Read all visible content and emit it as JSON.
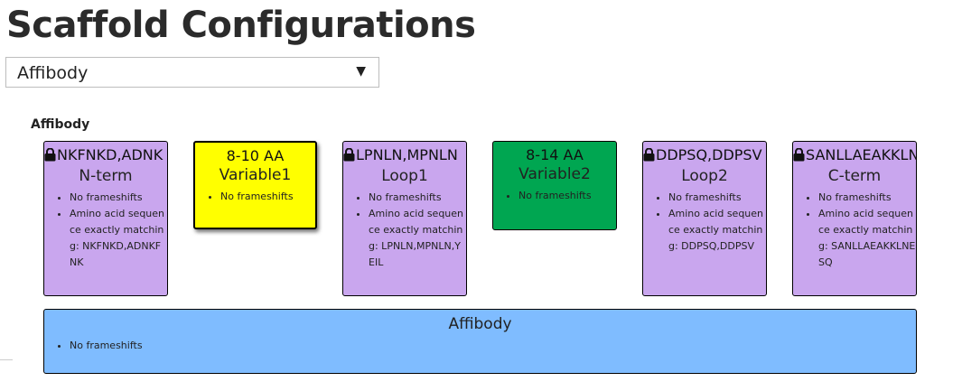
{
  "page": {
    "title": "Scaffold Configurations"
  },
  "selector": {
    "value": "Affibody",
    "caret": "▼"
  },
  "section": {
    "label": "Affibody"
  },
  "regions": [
    {
      "sequence": "NKFNKD,ADNK",
      "name": "N-term",
      "notes": [
        "No frameshifts",
        "Amino acid sequence exactly matching: NKFNKD,ADNKFNK"
      ],
      "color": "#c9a6ee",
      "locked": true
    },
    {
      "length": "8-10 AA",
      "name": "Variable1",
      "notes": [
        "No frameshifts"
      ],
      "color": "#ffff00",
      "locked": false
    },
    {
      "sequence": "LPNLN,MPNLN",
      "name": "Loop1",
      "notes": [
        "No frameshifts",
        "Amino acid sequence exactly matching: LPNLN,MPNLN,YEIL"
      ],
      "color": "#c9a6ee",
      "locked": true
    },
    {
      "length": "8-14 AA",
      "name": "Variable2",
      "notes": [
        "No frameshifts"
      ],
      "color": "#00a651",
      "locked": false
    },
    {
      "sequence": "DDPSQ,DDPSV",
      "name": "Loop2",
      "notes": [
        "No frameshifts",
        "Amino acid sequence exactly matching: DDPSQ,DDPSV"
      ],
      "color": "#c9a6ee",
      "locked": true
    },
    {
      "sequence": "SANLLAEAKKLN",
      "name": "C-term",
      "notes": [
        "No frameshifts",
        "Amino acid sequence exactly matching: SANLLAEAKKLNESQ"
      ],
      "color": "#c9a6ee",
      "locked": true
    }
  ],
  "overall": {
    "name": "Affibody",
    "notes": [
      "No frameshifts"
    ],
    "color": "#7fbcff"
  },
  "icons": {
    "lock": "lock-icon",
    "dropdown": "chevron-down-icon"
  }
}
